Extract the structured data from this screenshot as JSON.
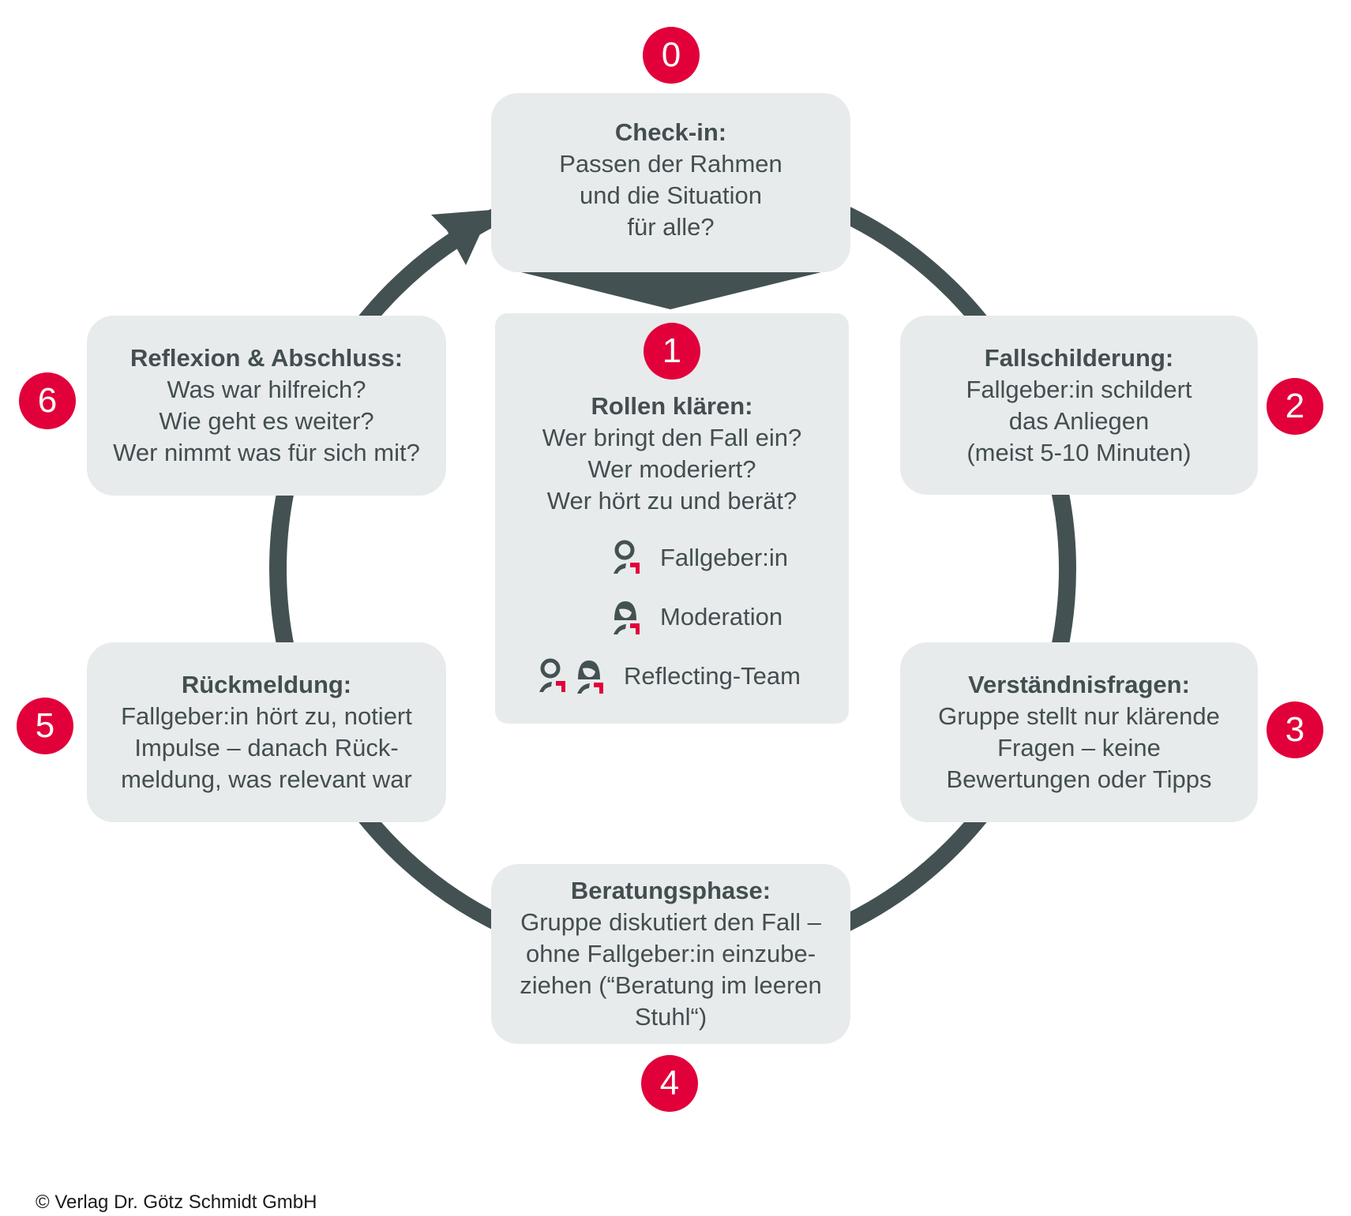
{
  "colors": {
    "accent_red": "#e2003a",
    "dark_slate": "#445152",
    "box_bg": "#e8ebec",
    "text": "#434e50"
  },
  "steps": [
    {
      "number": "0",
      "title": "Check-in:",
      "lines": [
        "Passen der Rahmen",
        "und die Situation",
        "für alle?"
      ]
    },
    {
      "number": "1",
      "title": "Rollen klären:",
      "lines": [
        "Wer bringt den Fall ein?",
        "Wer moderiert?",
        "Wer hört zu und berät?"
      ]
    },
    {
      "number": "2",
      "title": "Fallschilderung:",
      "lines": [
        "Fallgeber:in schildert",
        "das Anliegen",
        "(meist 5-10 Minuten)"
      ]
    },
    {
      "number": "3",
      "title": "Verständnisfragen:",
      "lines": [
        "Gruppe stellt nur klärende",
        "Fragen – keine",
        "Bewertungen oder Tipps"
      ]
    },
    {
      "number": "4",
      "title": "Beratungsphase:",
      "lines": [
        "Gruppe diskutiert den Fall –",
        "ohne Fallgeber:in einzube-",
        "ziehen (“Beratung im leeren",
        "Stuhl“)"
      ]
    },
    {
      "number": "5",
      "title": "Rückmeldung:",
      "lines": [
        "Fallgeber:in hört zu, notiert",
        "Impulse – danach Rück-",
        "meldung, was relevant war"
      ]
    },
    {
      "number": "6",
      "title": "Reflexion & Abschluss:",
      "lines": [
        "Was war hilfreich?",
        "Wie geht es weiter?",
        "Wer nimmt was für sich mit?"
      ]
    }
  ],
  "roles": [
    {
      "label": "Fallgeber:in",
      "icons": [
        "person-round-icon"
      ]
    },
    {
      "label": "Moderation",
      "icons": [
        "person-hooded-icon"
      ]
    },
    {
      "label": "Reflecting-Team",
      "icons": [
        "person-round-icon",
        "person-hooded-icon"
      ]
    }
  ],
  "copyright": "© Verlag Dr. Götz Schmidt GmbH"
}
